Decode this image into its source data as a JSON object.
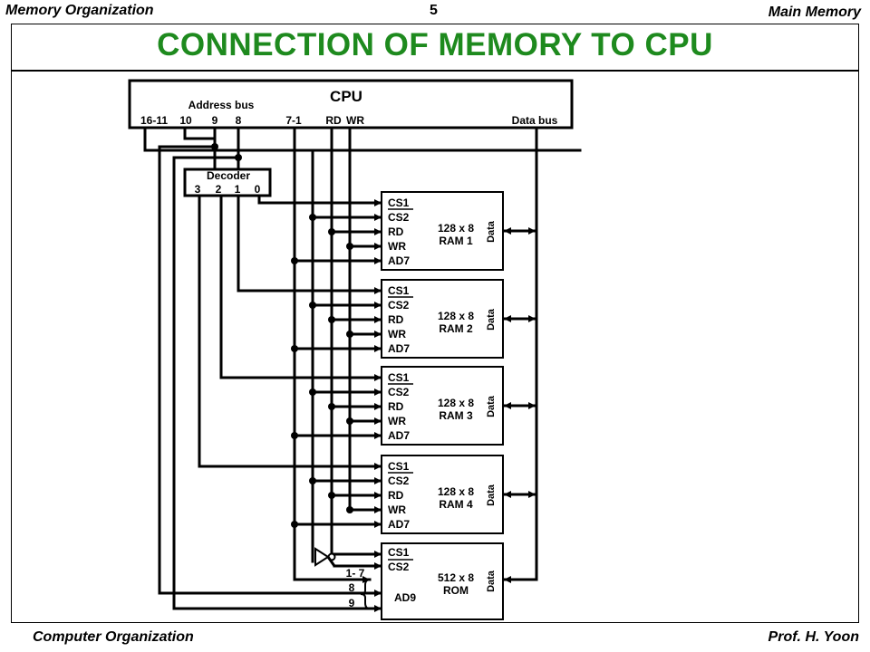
{
  "header": {
    "topic": "Memory Organization",
    "page_number": "5",
    "section": "Main Memory"
  },
  "title": "CONNECTION  OF  MEMORY  TO  CPU",
  "cpu": {
    "label": "CPU",
    "address_bus_label": "Address bus",
    "pins": {
      "a16_11": "16-11",
      "a10": "10",
      "a9": "9",
      "a8": "8",
      "a7_1": "7-1",
      "rd": "RD",
      "wr": "WR",
      "data_bus": "Data bus"
    }
  },
  "decoder": {
    "label": "Decoder",
    "outputs": [
      "3",
      "2",
      "1",
      "0"
    ]
  },
  "rams": [
    {
      "size": "128 x 8",
      "name": "RAM  1",
      "pins": [
        "CS1",
        "CS2",
        "RD",
        "WR",
        "AD7"
      ],
      "data": "Data"
    },
    {
      "size": "128 x 8",
      "name": "RAM  2",
      "pins": [
        "CS1",
        "CS2",
        "RD",
        "WR",
        "AD7"
      ],
      "data": "Data"
    },
    {
      "size": "128 x 8",
      "name": "RAM  3",
      "pins": [
        "CS1",
        "CS2",
        "RD",
        "WR",
        "AD7"
      ],
      "data": "Data"
    },
    {
      "size": "128 x 8",
      "name": "RAM  4",
      "pins": [
        "CS1",
        "CS2",
        "RD",
        "WR",
        "AD7"
      ],
      "data": "Data"
    }
  ],
  "rom": {
    "size": "512 x 8",
    "name": "ROM",
    "pins": [
      "CS1",
      "CS2"
    ],
    "address_label": "AD9",
    "address_lines": [
      "1- 7",
      "8",
      "9"
    ],
    "data": "Data"
  },
  "footer": {
    "course": "Computer Organization",
    "author": "Prof.  H. Yoon"
  }
}
